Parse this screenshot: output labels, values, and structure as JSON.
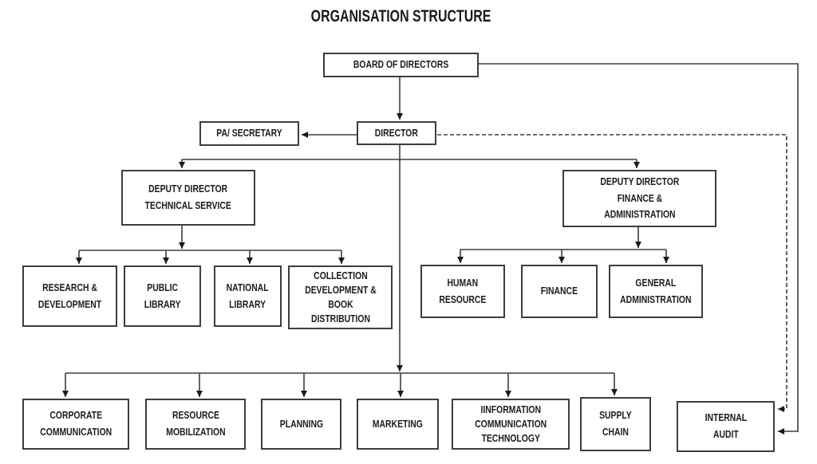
{
  "title": "ORGANISATION STRUCTURE",
  "colors": {
    "background": "#ffffff",
    "box_border": "#3d3d3d",
    "line": "#3d3d3d",
    "text": "#1c1c1c"
  },
  "nodes": {
    "board_of_directors": {
      "label": "BOARD OF DIRECTORS"
    },
    "pa_secretary": {
      "label": "PA/ SECRETARY"
    },
    "director": {
      "label": "DIRECTOR"
    },
    "deputy_director_technical_service": {
      "label": "DEPUTY DIRECTOR\nTECHNICAL SERVICE"
    },
    "deputy_director_finance_administration": {
      "label": "DEPUTY DIRECTOR\nFINANCE &\nADMINISTRATION"
    },
    "research_development": {
      "label": "RESEARCH &\nDEVELOPMENT"
    },
    "public_library": {
      "label": "PUBLIC\nLIBRARY"
    },
    "national_library": {
      "label": "NATIONAL\nLIBRARY"
    },
    "collection_development_book_distribution": {
      "label": "COLLECTION\nDEVELOPMENT &\nBOOK\nDISTRIBUTION"
    },
    "human_resource": {
      "label": "HUMAN\nRESOURCE"
    },
    "finance": {
      "label": "FINANCE"
    },
    "general_administration": {
      "label": "GENERAL\nADMINISTRATION"
    },
    "corporate_communication": {
      "label": "CORPORATE\nCOMMUNICATION"
    },
    "resource_mobilization": {
      "label": "RESOURCE\nMOBILIZATION"
    },
    "planning": {
      "label": "PLANNING"
    },
    "marketing": {
      "label": "MARKETING"
    },
    "information_communication_technology": {
      "label": "IINFORMATION\nCOMMUNICATION\nTECHNOLOGY"
    },
    "supply_chain": {
      "label": "SUPPLY\nCHAIN"
    },
    "internal_audit": {
      "label": "INTERNAL\nAUDIT"
    }
  },
  "relationships": [
    {
      "from": "BOARD OF DIRECTORS",
      "to": "DIRECTOR",
      "style": "solid"
    },
    {
      "from": "BOARD OF DIRECTORS",
      "to": "INTERNAL AUDIT",
      "style": "solid"
    },
    {
      "from": "DIRECTOR",
      "to": "PA/ SECRETARY",
      "style": "solid"
    },
    {
      "from": "DIRECTOR",
      "to": "INTERNAL AUDIT",
      "style": "dashed"
    },
    {
      "from": "DIRECTOR",
      "to": "DEPUTY DIRECTOR TECHNICAL SERVICE",
      "style": "solid"
    },
    {
      "from": "DIRECTOR",
      "to": "DEPUTY DIRECTOR FINANCE & ADMINISTRATION",
      "style": "solid"
    },
    {
      "from": "DEPUTY DIRECTOR TECHNICAL SERVICE",
      "to": "RESEARCH & DEVELOPMENT",
      "style": "solid"
    },
    {
      "from": "DEPUTY DIRECTOR TECHNICAL SERVICE",
      "to": "PUBLIC LIBRARY",
      "style": "solid"
    },
    {
      "from": "DEPUTY DIRECTOR TECHNICAL SERVICE",
      "to": "NATIONAL LIBRARY",
      "style": "solid"
    },
    {
      "from": "DEPUTY DIRECTOR TECHNICAL SERVICE",
      "to": "COLLECTION DEVELOPMENT & BOOK DISTRIBUTION",
      "style": "solid"
    },
    {
      "from": "DEPUTY DIRECTOR FINANCE & ADMINISTRATION",
      "to": "HUMAN RESOURCE",
      "style": "solid"
    },
    {
      "from": "DEPUTY DIRECTOR FINANCE & ADMINISTRATION",
      "to": "FINANCE",
      "style": "solid"
    },
    {
      "from": "DEPUTY DIRECTOR FINANCE & ADMINISTRATION",
      "to": "GENERAL ADMINISTRATION",
      "style": "solid"
    },
    {
      "from": "DIRECTOR",
      "to": "CORPORATE COMMUNICATION",
      "style": "solid"
    },
    {
      "from": "DIRECTOR",
      "to": "RESOURCE MOBILIZATION",
      "style": "solid"
    },
    {
      "from": "DIRECTOR",
      "to": "PLANNING",
      "style": "solid"
    },
    {
      "from": "DIRECTOR",
      "to": "MARKETING",
      "style": "solid"
    },
    {
      "from": "DIRECTOR",
      "to": "IINFORMATION COMMUNICATION TECHNOLOGY",
      "style": "solid"
    },
    {
      "from": "DIRECTOR",
      "to": "SUPPLY CHAIN",
      "style": "solid"
    }
  ]
}
